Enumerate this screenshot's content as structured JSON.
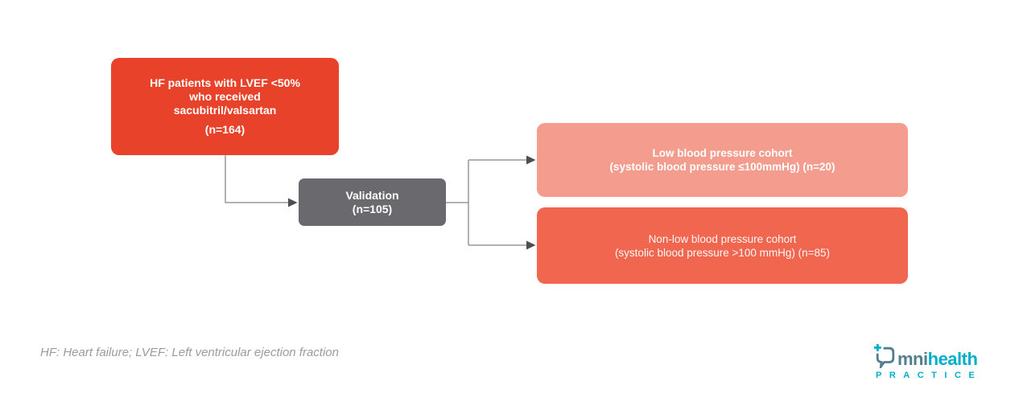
{
  "diagram": {
    "source_box": {
      "line1": "HF patients with LVEF <50%",
      "line2": "who received",
      "line3": "sacubitril/valsartan",
      "count": "(n=164)"
    },
    "validation_box": {
      "title": "Validation",
      "count": "(n=105)"
    },
    "low_bp_box": {
      "line1": "Low blood pressure cohort",
      "line2": "(systolic blood pressure ≤100mmHg) (n=20)"
    },
    "non_low_bp_box": {
      "line1": "Non-low blood pressure cohort",
      "line2": "(systolic blood pressure >100 mmHg) (n=85)"
    }
  },
  "footnote": "HF: Heart failure; LVEF: Left ventricular ejection fraction",
  "logo": {
    "brand_prefix": "mni",
    "brand_suffix": "health",
    "tagline": "PRACTICE"
  },
  "colors": {
    "primary_red": "#E8432A",
    "light_salmon": "#F49C8D",
    "salmon": "#F0664E",
    "gray_box": "#6A696E",
    "connector_gray": "#999999",
    "arrowhead_gray": "#4D4D52",
    "logo_teal": "#00AEC9",
    "logo_muted_teal": "#527F8F",
    "footnote_gray": "#9B9B9B"
  }
}
